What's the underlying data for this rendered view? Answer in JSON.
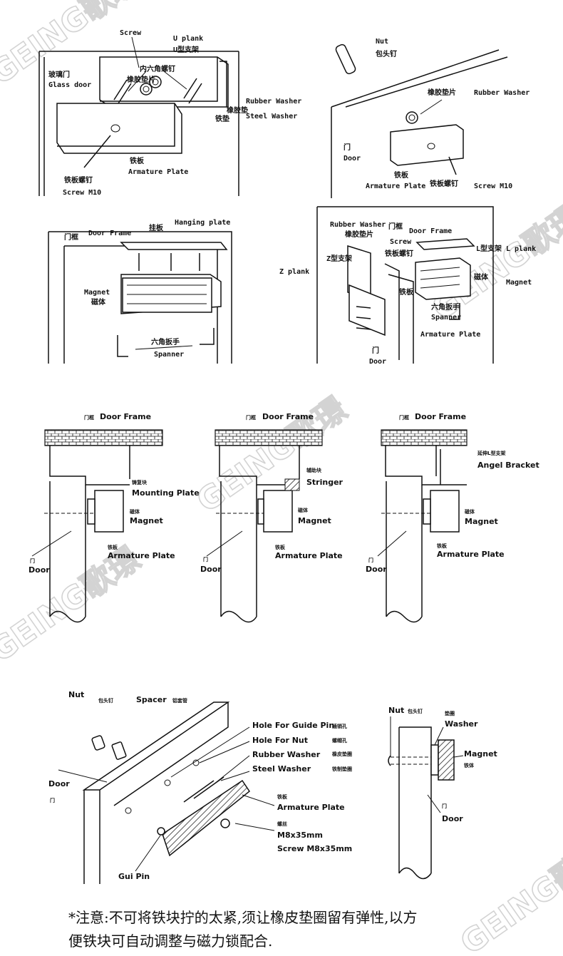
{
  "watermark": {
    "text": "GEING歌璟"
  },
  "panel1": {
    "screw": "Screw",
    "u_plank": "U plank",
    "u_plank_cn": "U型支架",
    "hex_screw_cn": "内六角螺钉",
    "rubber_washer_cn": "橡胶垫片",
    "glass_door_cn": "玻璃门",
    "glass_door": "Glass door",
    "rubber_washer": "Rubber Washer",
    "steel_washer": "Steel Washer",
    "steel_washer_cn": "铁垫",
    "rubber_pad_cn": "橡胶垫",
    "armature_cn": "铁板",
    "armature": "Armature Plate",
    "screw_cn": "铁板螺钉",
    "screw_m10": "Screw M10"
  },
  "panel2": {
    "nut": "Nut",
    "nut_cn": "包头钉",
    "rubber_washer_cn": "橡胶垫片",
    "rubber_washer": "Rubber Washer",
    "door_cn": "门",
    "door": "Door",
    "armature_cn": "铁板",
    "armature": "Armature Plate",
    "screw_cn": "铁板螺钉",
    "screw_m10": "Screw M10"
  },
  "panel3": {
    "door_frame_cn": "门框",
    "door_frame": "Door Frame",
    "hanging_cn": "挂板",
    "hanging": "Hanging plate",
    "magnet": "Magnet",
    "magnet_cn": "磁体",
    "spanner_cn": "六角扳手",
    "spanner": "Spanner"
  },
  "panel4": {
    "rubber_washer": "Rubber Washer",
    "door_frame_cn": "门框",
    "door_frame": "Door Frame",
    "rubber_washer_cn": "橡胶垫片",
    "screw": "Screw",
    "l_plank": "L plank",
    "l_plank_cn": "L型支架",
    "z_plank": "Z plank",
    "z_plank_cn": "Z型支架",
    "armature_screw_cn": "铁板螺钉",
    "magnet_cn": "磁体",
    "magnet": "Magnet",
    "armature_cn": "铁板",
    "spanner_cn": "六角扳手",
    "spanner": "Spanner",
    "armature": "Armature Plate",
    "door_cn": "门",
    "door": "Door"
  },
  "section": [
    {
      "frame_cn": "门框",
      "frame": "Door Frame",
      "mount_cn": "铸复块",
      "mount": "Mounting Plate",
      "magnet_cn": "磁体",
      "magnet": "Magnet",
      "armature_cn": "铁板",
      "armature": "Armature Plate",
      "door_cn": "门",
      "door": "Door"
    },
    {
      "frame_cn": "门框",
      "frame": "Door Frame",
      "mount_cn": "辅助块",
      "mount": "Stringer",
      "magnet_cn": "磁体",
      "magnet": "Magnet",
      "armature_cn": "铁板",
      "armature": "Armature Plate",
      "door_cn": "门",
      "door": "Door"
    },
    {
      "frame_cn": "门框",
      "frame": "Door Frame",
      "mount_cn": "延伸L型支架",
      "mount": "Angel Bracket",
      "magnet_cn": "磁体",
      "magnet": "Magnet",
      "armature_cn": "铁板",
      "armature": "Armature Plate",
      "door_cn": "门",
      "door": "Door"
    }
  ],
  "panel5": {
    "nut": "Nut",
    "nut_cn": "包头钉",
    "spacer": "Spacer",
    "spacer_cn": "铝套管",
    "guide_pin_hole": "Hole For Guide Pin",
    "guide_pin_hole_cn": "插销孔",
    "nut_hole": "Hole For Nut",
    "nut_hole_cn": "螺帽孔",
    "rubber_washer": "Rubber Washer",
    "rubber_washer_cn": "橡皮垫圈",
    "steel_washer": "Steel Washer",
    "steel_washer_cn": "铁制垫圈",
    "door": "Door",
    "door_cn": "门",
    "armature_cn": "铁板",
    "armature": "Armature Plate",
    "screw_cn": "螺丝",
    "screw1": "M8x35mm",
    "screw2": "Screw M8x35mm",
    "gui_pin": "Gui Pin"
  },
  "panel6": {
    "nut": "Nut",
    "nut_cn": "包头钉",
    "washer_cn": "垫圈",
    "washer": "Washer",
    "magnet": "Magnet",
    "magnet_cn": "铁体",
    "door_cn": "门",
    "door": "Door"
  },
  "note": {
    "line1": "*注意:不可将铁块拧的太紧,须让橡皮垫圈留有弹性,以方",
    "line2": "便铁块可自动调整与磁力锁配合."
  }
}
